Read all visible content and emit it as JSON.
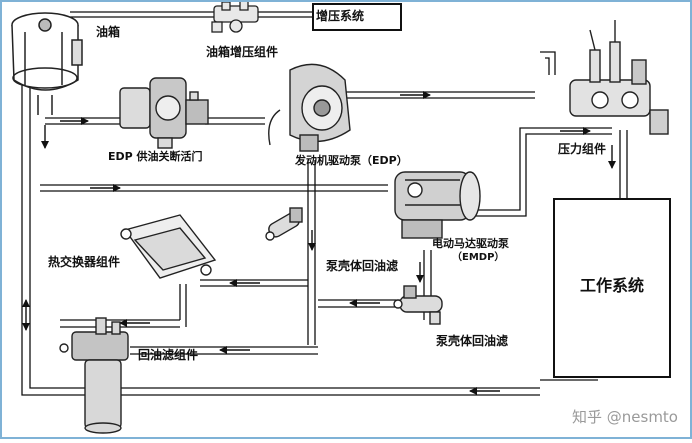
{
  "labels": {
    "tank": "油箱",
    "tank_pressurization": "油箱增压组件",
    "pressurization_system": "增压系统",
    "edp_shutoff_valve": "EDP 供油关断活门",
    "engine_driven_pump": "发动机驱动泵（EDP）",
    "pressure_module": "压力组件",
    "motor_driven_pump_line1": "电动马达驱动泵",
    "motor_driven_pump_line2": "（EMDP）",
    "heat_exchanger": "热交换器组件",
    "case_drain_filter_1": "泵壳体回油滤",
    "case_drain_filter_2": "泵壳体回油滤",
    "return_filter": "回油滤组件",
    "work_system": "工作系统"
  },
  "watermark": "知乎 @nesmto",
  "colors": {
    "frame": "#7fb2d6",
    "line": "#111111",
    "component": "#2a2a2a",
    "watermark": "#9a9a9a"
  }
}
